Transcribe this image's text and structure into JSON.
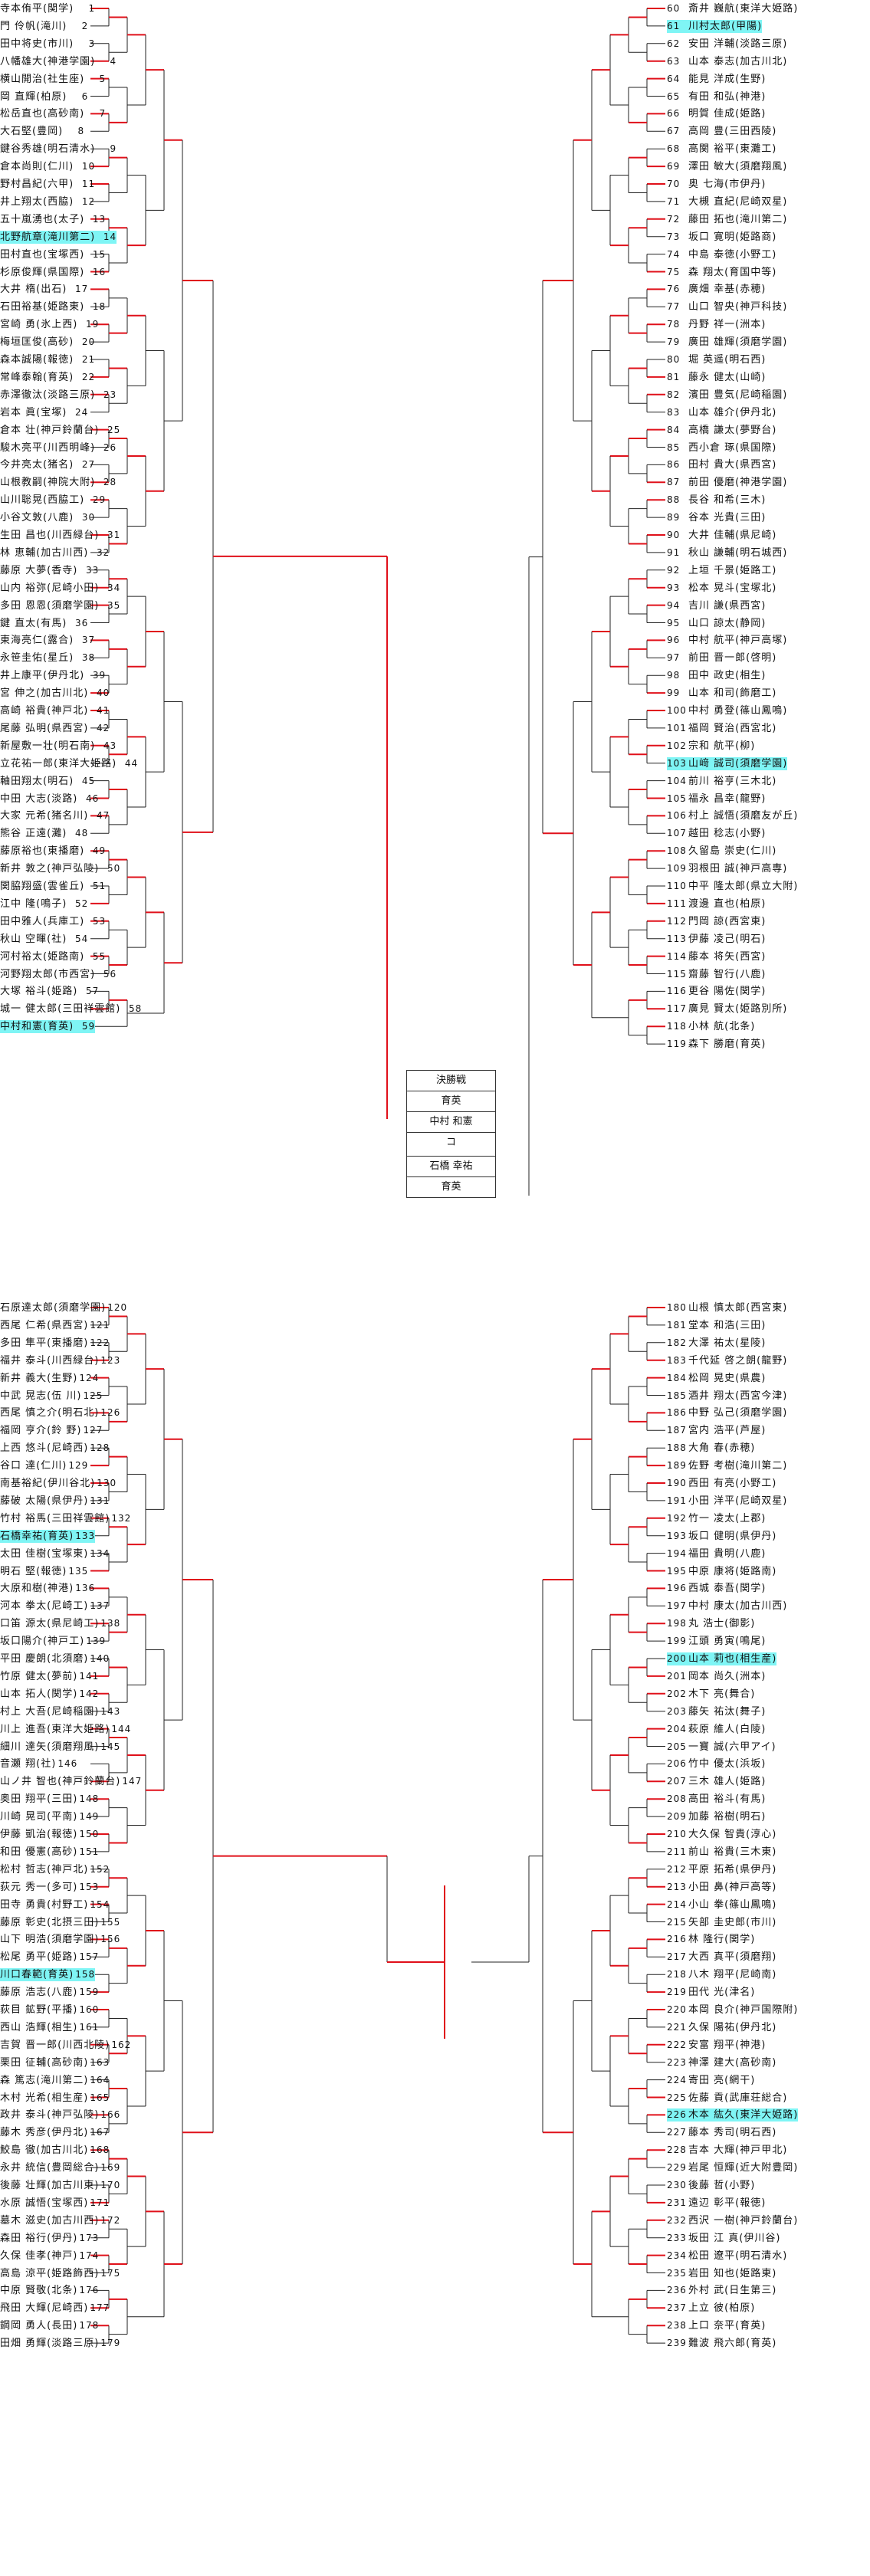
{
  "colors": {
    "winner_line": "#e0101a",
    "plain_line": "#222222",
    "highlight": "#7ff5f5"
  },
  "final": {
    "title": "決勝戦",
    "top_school": "育英",
    "top_player": "中村 和憲",
    "bottom_player": "石橋 幸祐",
    "bottom_school": "育英",
    "score_mark": "コ"
  },
  "players_left_top": [
    {
      "no": "1",
      "name": "寺本侑平",
      "school": "関学"
    },
    {
      "no": "2",
      "name": "門 伶帆",
      "school": "滝川"
    },
    {
      "no": "3",
      "name": "田中将史",
      "school": "市川"
    },
    {
      "no": "4",
      "name": "八幡雄大",
      "school": "神港学園"
    },
    {
      "no": "5",
      "name": "横山開治",
      "school": "社生座"
    },
    {
      "no": "6",
      "name": "岡 直輝",
      "school": "柏原"
    },
    {
      "no": "7",
      "name": "松岳直也",
      "school": "高砂南"
    },
    {
      "no": "8",
      "name": "大石堅",
      "school": "豊岡"
    },
    {
      "no": "9",
      "name": "鍵谷秀雄",
      "school": "明石清水"
    },
    {
      "no": "10",
      "name": "倉本尚則",
      "school": "仁川"
    },
    {
      "no": "11",
      "name": "野村昌紀",
      "school": "六甲"
    },
    {
      "no": "12",
      "name": "井上翔太",
      "school": "西脇"
    },
    {
      "no": "13",
      "name": "五十嵐湧也",
      "school": "太子"
    },
    {
      "no": "14",
      "name": "北野航章",
      "school": "滝川第二",
      "hl": true
    },
    {
      "no": "15",
      "name": "田村直也",
      "school": "宝塚西"
    },
    {
      "no": "16",
      "name": "杉原俊輝",
      "school": "県国際"
    },
    {
      "no": "17",
      "name": "大井 楕",
      "school": "出石"
    },
    {
      "no": "18",
      "name": "石田裕基",
      "school": "姫路東"
    },
    {
      "no": "19",
      "name": "宮崎 勇",
      "school": "氷上西"
    },
    {
      "no": "20",
      "name": "梅垣匡俊",
      "school": "高砂"
    },
    {
      "no": "21",
      "name": "森本誠陽",
      "school": "報徳"
    },
    {
      "no": "22",
      "name": "常峰泰翰",
      "school": "育英"
    },
    {
      "no": "23",
      "name": "赤澤徹汰",
      "school": "淡路三原"
    },
    {
      "no": "24",
      "name": "岩本 眞",
      "school": "宝塚"
    },
    {
      "no": "25",
      "name": "倉本 壮",
      "school": "神戸鈴蘭台"
    },
    {
      "no": "26",
      "name": "駿木亮平",
      "school": "川西明峰"
    },
    {
      "no": "27",
      "name": "今井亮太",
      "school": "猪名"
    },
    {
      "no": "28",
      "name": "山根教嗣",
      "school": "神院大附"
    },
    {
      "no": "29",
      "name": "山川聡晃",
      "school": "西脇工"
    },
    {
      "no": "30",
      "name": "小谷文敦",
      "school": "八鹿"
    },
    {
      "no": "31",
      "name": "生田 昌也",
      "school": "川西緑台"
    },
    {
      "no": "32",
      "name": "林 恵輔",
      "school": "加古川西"
    },
    {
      "no": "33",
      "name": "藤原 大夢",
      "school": "香寺"
    },
    {
      "no": "34",
      "name": "山内 裕弥",
      "school": "尼崎小田"
    },
    {
      "no": "35",
      "name": "多田 恩恩",
      "school": "須磨学園"
    },
    {
      "no": "36",
      "name": "鍵 直太",
      "school": "有馬"
    },
    {
      "no": "37",
      "name": "東海亮仁",
      "school": "露合"
    },
    {
      "no": "38",
      "name": "永笹圭佑",
      "school": "星丘"
    },
    {
      "no": "39",
      "name": "井上康平",
      "school": "伊丹北"
    },
    {
      "no": "40",
      "name": "宮 伸之",
      "school": "加古川北"
    },
    {
      "no": "41",
      "name": "高崎 裕貴",
      "school": "神戸北"
    },
    {
      "no": "42",
      "name": "尾藤 弘明",
      "school": "県西宮"
    },
    {
      "no": "43",
      "name": "新屋敷一壮",
      "school": "明石南"
    },
    {
      "no": "44",
      "name": "立花祐一郎",
      "school": "東洋大姫路"
    },
    {
      "no": "45",
      "name": "軸田翔太",
      "school": "明石"
    },
    {
      "no": "46",
      "name": "中田 大志",
      "school": "淡路"
    },
    {
      "no": "47",
      "name": "大家 元希",
      "school": "猪名川"
    },
    {
      "no": "48",
      "name": "熊谷 正遠",
      "school": "灘"
    },
    {
      "no": "49",
      "name": "藤原裕也",
      "school": "東播磨"
    },
    {
      "no": "50",
      "name": "新井 敦之",
      "school": "神戸弘陵"
    },
    {
      "no": "51",
      "name": "関脇翔盛",
      "school": "雲雀丘"
    },
    {
      "no": "52",
      "name": "江中 隆",
      "school": "鳴子"
    },
    {
      "no": "53",
      "name": "田中雅人",
      "school": "兵庫工"
    },
    {
      "no": "54",
      "name": "秋山 空暉",
      "school": "社"
    },
    {
      "no": "55",
      "name": "河村裕太",
      "school": "姫路南"
    },
    {
      "no": "56",
      "name": "河野翔太郎",
      "school": "市西宮"
    },
    {
      "no": "57",
      "name": "大塚 裕斗",
      "school": "姫路"
    },
    {
      "no": "58",
      "name": "城一 健太郎",
      "school": "三田祥雲館"
    },
    {
      "no": "59",
      "name": "中村和憲",
      "school": "育英",
      "hl": true
    }
  ],
  "players_left_bottom": [
    {
      "no": "120",
      "name": "石原達太郎",
      "school": "須磨学園"
    },
    {
      "no": "121",
      "name": "西尾 仁希",
      "school": "県西宮"
    },
    {
      "no": "122",
      "name": "多田 隼平",
      "school": "東播磨"
    },
    {
      "no": "123",
      "name": "福井 泰斗",
      "school": "川西緑台"
    },
    {
      "no": "124",
      "name": "新井 義大",
      "school": "生野"
    },
    {
      "no": "125",
      "name": "中武 晃志",
      "school": "伍 川"
    },
    {
      "no": "126",
      "name": "西尾 慎之介",
      "school": "明石北"
    },
    {
      "no": "127",
      "name": "福岡 亨介",
      "school": "鈴 野"
    },
    {
      "no": "128",
      "name": "上西 悠斗",
      "school": "尼崎西"
    },
    {
      "no": "129",
      "name": "谷口 達",
      "school": "仁川"
    },
    {
      "no": "130",
      "name": "南基裕紀",
      "school": "伊川谷北"
    },
    {
      "no": "131",
      "name": "藤破 太陽",
      "school": "県伊丹"
    },
    {
      "no": "132",
      "name": "竹村 裕馬",
      "school": "三田祥雲館"
    },
    {
      "no": "133",
      "name": "石橋幸祐",
      "school": "育英",
      "hl": true
    },
    {
      "no": "134",
      "name": "太田 佳樹",
      "school": "宝塚東"
    },
    {
      "no": "135",
      "name": "明石 堅",
      "school": "報徳"
    },
    {
      "no": "136",
      "name": "大原和樹",
      "school": "神港"
    },
    {
      "no": "137",
      "name": "河本 拳太",
      "school": "尼崎工"
    },
    {
      "no": "138",
      "name": "口笛 源太",
      "school": "県尼崎工"
    },
    {
      "no": "139",
      "name": "坂口陽介",
      "school": "神戸工"
    },
    {
      "no": "140",
      "name": "平田 慶朗",
      "school": "北須磨"
    },
    {
      "no": "141",
      "name": "竹原 健太",
      "school": "夢前"
    },
    {
      "no": "142",
      "name": "山本 拓人",
      "school": "関学"
    },
    {
      "no": "143",
      "name": "村上 大吾",
      "school": "尼崎稲園"
    },
    {
      "no": "144",
      "name": "川上 進吾",
      "school": "東洋大姫路"
    },
    {
      "no": "145",
      "name": "細川 達矢",
      "school": "須磨翔風"
    },
    {
      "no": "146",
      "name": "音瀬 翔",
      "school": "社"
    },
    {
      "no": "147",
      "name": "山ノ井 智也",
      "school": "神戸鈴蘭台"
    },
    {
      "no": "148",
      "name": "奥田 翔平",
      "school": "三田"
    },
    {
      "no": "149",
      "name": "川崎 晃司",
      "school": "平南"
    },
    {
      "no": "150",
      "name": "伊藤 凱治",
      "school": "報徳"
    },
    {
      "no": "151",
      "name": "和田 優憲",
      "school": "高砂"
    },
    {
      "no": "152",
      "name": "松村 哲志",
      "school": "神戸北"
    },
    {
      "no": "153",
      "name": "荻元 秀一",
      "school": "多可"
    },
    {
      "no": "154",
      "name": "田寺 勇貴",
      "school": "村野工"
    },
    {
      "no": "155",
      "name": "藤原 彰史",
      "school": "北摂三田"
    },
    {
      "no": "156",
      "name": "山下 明浩",
      "school": "須磨学園"
    },
    {
      "no": "157",
      "name": "松尾 勇平",
      "school": "姫路"
    },
    {
      "no": "158",
      "name": "川口春範",
      "school": "育英",
      "hl": true
    },
    {
      "no": "159",
      "name": "藤原 浩志",
      "school": "八鹿"
    },
    {
      "no": "160",
      "name": "荻目 鉱野",
      "school": "平播"
    },
    {
      "no": "161",
      "name": "西山 浩輝",
      "school": "相生"
    },
    {
      "no": "162",
      "name": "吉賀 晋一郎",
      "school": "川西北陵"
    },
    {
      "no": "163",
      "name": "栗田 征輔",
      "school": "高砂南"
    },
    {
      "no": "164",
      "name": "森 篤志",
      "school": "滝川第二"
    },
    {
      "no": "165",
      "name": "木村 光希",
      "school": "相生産"
    },
    {
      "no": "166",
      "name": "政井 泰斗",
      "school": "神戸弘陵"
    },
    {
      "no": "167",
      "name": "藤木 秀彦",
      "school": "伊丹北"
    },
    {
      "no": "168",
      "name": "鮫島 徹",
      "school": "加古川北"
    },
    {
      "no": "169",
      "name": "永井 統信",
      "school": "豊岡総合"
    },
    {
      "no": "170",
      "name": "後藤 壮輝",
      "school": "加古川東"
    },
    {
      "no": "171",
      "name": "水原 誠悟",
      "school": "宝塚西"
    },
    {
      "no": "172",
      "name": "墓木 滋史",
      "school": "加古川西"
    },
    {
      "no": "173",
      "name": "森田 裕行",
      "school": "伊丹"
    },
    {
      "no": "174",
      "name": "久保 佳孝",
      "school": "神戸"
    },
    {
      "no": "175",
      "name": "高島 涼平",
      "school": "姫路飾西"
    },
    {
      "no": "176",
      "name": "中原 賢敬",
      "school": "北条"
    },
    {
      "no": "177",
      "name": "飛田 大輝",
      "school": "尼崎西"
    },
    {
      "no": "178",
      "name": "鋼岡 勇人",
      "school": "長田"
    },
    {
      "no": "179",
      "name": "田畑 勇輝",
      "school": "淡路三原"
    }
  ],
  "players_right_top": [
    {
      "no": "60",
      "name": "斎井 巍航",
      "school": "東洋大姫路"
    },
    {
      "no": "61",
      "name": "川村太郎",
      "school": "甲陽",
      "hl": true
    },
    {
      "no": "62",
      "name": "安田 洋輔",
      "school": "淡路三原"
    },
    {
      "no": "63",
      "name": "山本 泰志",
      "school": "加古川北"
    },
    {
      "no": "64",
      "name": "能見 洋成",
      "school": "生野"
    },
    {
      "no": "65",
      "name": "有田 和弘",
      "school": "神港"
    },
    {
      "no": "66",
      "name": "明賀 佳成",
      "school": "姫路"
    },
    {
      "no": "67",
      "name": "高岡 豊",
      "school": "三田西陵"
    },
    {
      "no": "68",
      "name": "高関 裕平",
      "school": "東灘工"
    },
    {
      "no": "69",
      "name": "澤田 敏大",
      "school": "須磨翔風"
    },
    {
      "no": "70",
      "name": "奥 七海",
      "school": "市伊丹"
    },
    {
      "no": "71",
      "name": "大槻 直紀",
      "school": "尼崎双星"
    },
    {
      "no": "72",
      "name": "藤田 拓也",
      "school": "滝川第二"
    },
    {
      "no": "73",
      "name": "坂口 寛明",
      "school": "姫路商"
    },
    {
      "no": "74",
      "name": "中島 泰徳",
      "school": "小野工"
    },
    {
      "no": "75",
      "name": "森 翔太",
      "school": "育国中等"
    },
    {
      "no": "76",
      "name": "廣畑 幸基",
      "school": "赤穂"
    },
    {
      "no": "77",
      "name": "山口 智央",
      "school": "神戸科技"
    },
    {
      "no": "78",
      "name": "丹野 祥一",
      "school": "洲本"
    },
    {
      "no": "79",
      "name": "廣田 雄輝",
      "school": "須磨学園"
    },
    {
      "no": "80",
      "name": "堀 英遥",
      "school": "明石西"
    },
    {
      "no": "81",
      "name": "藤永 健太",
      "school": "山崎"
    },
    {
      "no": "82",
      "name": "濱田 豊気",
      "school": "尼崎稲園"
    },
    {
      "no": "83",
      "name": "山本 雄介",
      "school": "伊丹北"
    },
    {
      "no": "84",
      "name": "高橋 謙太",
      "school": "夢野台"
    },
    {
      "no": "85",
      "name": "西小倉 琢",
      "school": "県国際"
    },
    {
      "no": "86",
      "name": "田村 貴大",
      "school": "県西宮"
    },
    {
      "no": "87",
      "name": "前田 優磨",
      "school": "神港学園"
    },
    {
      "no": "88",
      "name": "長谷 和希",
      "school": "三木"
    },
    {
      "no": "89",
      "name": "谷本 光貴",
      "school": "三田"
    },
    {
      "no": "90",
      "name": "大井 佳輔",
      "school": "県尼崎"
    },
    {
      "no": "91",
      "name": "秋山 謙輔",
      "school": "明石城西"
    },
    {
      "no": "92",
      "name": "上垣 千景",
      "school": "姫路工"
    },
    {
      "no": "93",
      "name": "松本 晃斗",
      "school": "宝塚北"
    },
    {
      "no": "94",
      "name": "吉川 謙",
      "school": "県西宮"
    },
    {
      "no": "95",
      "name": "山口 諒太",
      "school": "静岡"
    },
    {
      "no": "96",
      "name": "中村 航平",
      "school": "神戸高塚"
    },
    {
      "no": "97",
      "name": "前田 晋一郎",
      "school": "啓明"
    },
    {
      "no": "98",
      "name": "田中 政史",
      "school": "相生"
    },
    {
      "no": "99",
      "name": "山本 和司",
      "school": "飾磨工"
    },
    {
      "no": "100",
      "name": "中村 勇登",
      "school": "篠山鳳鳴"
    },
    {
      "no": "101",
      "name": "福岡 賢治",
      "school": "西宮北"
    },
    {
      "no": "102",
      "name": "宗和 航平",
      "school": "柳"
    },
    {
      "no": "103",
      "name": "山﨑 誠司",
      "school": "須磨学園",
      "hl": true
    },
    {
      "no": "104",
      "name": "前川 裕亨",
      "school": "三木北"
    },
    {
      "no": "105",
      "name": "福永 昌幸",
      "school": "龍野"
    },
    {
      "no": "106",
      "name": "村上 誠悟",
      "school": "須磨友が丘"
    },
    {
      "no": "107",
      "name": "越田 稔志",
      "school": "小野"
    },
    {
      "no": "108",
      "name": "久留島 崇史",
      "school": "仁川"
    },
    {
      "no": "109",
      "name": "羽根田 誠",
      "school": "神戸高専"
    },
    {
      "no": "110",
      "name": "中平 隆太郎",
      "school": "県立大附"
    },
    {
      "no": "111",
      "name": "渡邊 直也",
      "school": "柏原"
    },
    {
      "no": "112",
      "name": "門岡 諒",
      "school": "西宮東"
    },
    {
      "no": "113",
      "name": "伊藤 凌己",
      "school": "明石"
    },
    {
      "no": "114",
      "name": "藤本 将矢",
      "school": "西宮"
    },
    {
      "no": "115",
      "name": "齋藤 智行",
      "school": "八鹿"
    },
    {
      "no": "116",
      "name": "更谷 陽佐",
      "school": "関学"
    },
    {
      "no": "117",
      "name": "廣見 賢太",
      "school": "姫路別所"
    },
    {
      "no": "118",
      "name": "小林 航",
      "school": "北条"
    },
    {
      "no": "119",
      "name": "森下 勝磨",
      "school": "育英"
    }
  ],
  "players_right_bottom": [
    {
      "no": "180",
      "name": "山根 慎太郎",
      "school": "西宮東"
    },
    {
      "no": "181",
      "name": "堂本 和浩",
      "school": "三田"
    },
    {
      "no": "182",
      "name": "大澤 祐太",
      "school": "星陵"
    },
    {
      "no": "183",
      "name": "千代延 啓之朗",
      "school": "龍野"
    },
    {
      "no": "184",
      "name": "松岡 晃史",
      "school": "県農"
    },
    {
      "no": "185",
      "name": "酒井 翔太",
      "school": "西宮今津"
    },
    {
      "no": "186",
      "name": "中野 弘己",
      "school": "須磨学園"
    },
    {
      "no": "187",
      "name": "宮内 浩平",
      "school": "芦屋"
    },
    {
      "no": "188",
      "name": "大角 春",
      "school": "赤穂"
    },
    {
      "no": "189",
      "name": "佐野 考樹",
      "school": "滝川第二"
    },
    {
      "no": "190",
      "name": "西田 有亮",
      "school": "小野工"
    },
    {
      "no": "191",
      "name": "小田 洋平",
      "school": "尼崎双星"
    },
    {
      "no": "192",
      "name": "竹一 凌太",
      "school": "上郡"
    },
    {
      "no": "193",
      "name": "坂口 健明",
      "school": "県伊丹"
    },
    {
      "no": "194",
      "name": "福田 貴明",
      "school": "八鹿"
    },
    {
      "no": "195",
      "name": "中原 康将",
      "school": "姫路南"
    },
    {
      "no": "196",
      "name": "西城 泰吾",
      "school": "関学"
    },
    {
      "no": "197",
      "name": "中村 康太",
      "school": "加古川西"
    },
    {
      "no": "198",
      "name": "丸 浩士",
      "school": "御影"
    },
    {
      "no": "199",
      "name": "江頭 勇寅",
      "school": "鳴尾"
    },
    {
      "no": "200",
      "name": "山本 莉也",
      "school": "相生産",
      "hl": true
    },
    {
      "no": "201",
      "name": "岡本 尚久",
      "school": "洲本"
    },
    {
      "no": "202",
      "name": "木下 亮",
      "school": "舞合"
    },
    {
      "no": "203",
      "name": "藤矢 祐汰",
      "school": "舞子"
    },
    {
      "no": "204",
      "name": "萩原 維人",
      "school": "白陵"
    },
    {
      "no": "205",
      "name": "一寶 誠",
      "school": "六甲アイ"
    },
    {
      "no": "206",
      "name": "竹中 優太",
      "school": "浜坂"
    },
    {
      "no": "207",
      "name": "三木 雄人",
      "school": "姫路"
    },
    {
      "no": "208",
      "name": "高田 裕斗",
      "school": "有馬"
    },
    {
      "no": "209",
      "name": "加藤 裕樹",
      "school": "明石"
    },
    {
      "no": "210",
      "name": "大久保 智貴",
      "school": "淳心"
    },
    {
      "no": "211",
      "name": "前山 裕貴",
      "school": "三木東"
    },
    {
      "no": "212",
      "name": "平原 拓希",
      "school": "県伊丹"
    },
    {
      "no": "213",
      "name": "小田 鼻",
      "school": "神戸高等"
    },
    {
      "no": "214",
      "name": "小山 拳",
      "school": "篠山鳳鳴"
    },
    {
      "no": "215",
      "name": "矢部 圭史郎",
      "school": "市川"
    },
    {
      "no": "216",
      "name": "林 隆行",
      "school": "関学"
    },
    {
      "no": "217",
      "name": "大西 真平",
      "school": "須磨翔"
    },
    {
      "no": "218",
      "name": "八木 翔平",
      "school": "尼崎南"
    },
    {
      "no": "219",
      "name": "田代 光",
      "school": "津名"
    },
    {
      "no": "220",
      "name": "本岡 良介",
      "school": "神戸国際附"
    },
    {
      "no": "221",
      "name": "久保 陽祐",
      "school": "伊丹北"
    },
    {
      "no": "222",
      "name": "安富 翔平",
      "school": "神港"
    },
    {
      "no": "223",
      "name": "神澤 建大",
      "school": "高砂南"
    },
    {
      "no": "224",
      "name": "寄田 亮",
      "school": "網干"
    },
    {
      "no": "225",
      "name": "佐藤 貢",
      "school": "武庫荘総合"
    },
    {
      "no": "226",
      "name": "木本 紘久",
      "school": "東洋大姫路",
      "hl": true
    },
    {
      "no": "227",
      "name": "藤本 秀司",
      "school": "明石西"
    },
    {
      "no": "228",
      "name": "吉本 大輝",
      "school": "神戸甲北"
    },
    {
      "no": "229",
      "name": "岩尾 恒輝",
      "school": "近大附豊岡"
    },
    {
      "no": "230",
      "name": "後藤 哲",
      "school": "小野"
    },
    {
      "no": "231",
      "name": "遠辺 彰平",
      "school": "報徳"
    },
    {
      "no": "232",
      "name": "西沢 一樹",
      "school": "神戸鈴蘭台"
    },
    {
      "no": "233",
      "name": "坂田 江 真",
      "school": "伊川谷"
    },
    {
      "no": "234",
      "name": "松田 遼平",
      "school": "明石清水"
    },
    {
      "no": "235",
      "name": "岩田 知也",
      "school": "姫路東"
    },
    {
      "no": "236",
      "name": "外村 武",
      "school": "日生第三"
    },
    {
      "no": "237",
      "name": "上立 彼",
      "school": "柏原"
    },
    {
      "no": "238",
      "name": "上口 奈平",
      "school": "育英"
    },
    {
      "no": "239",
      "name": "難波 飛六郎",
      "school": "育英"
    }
  ]
}
